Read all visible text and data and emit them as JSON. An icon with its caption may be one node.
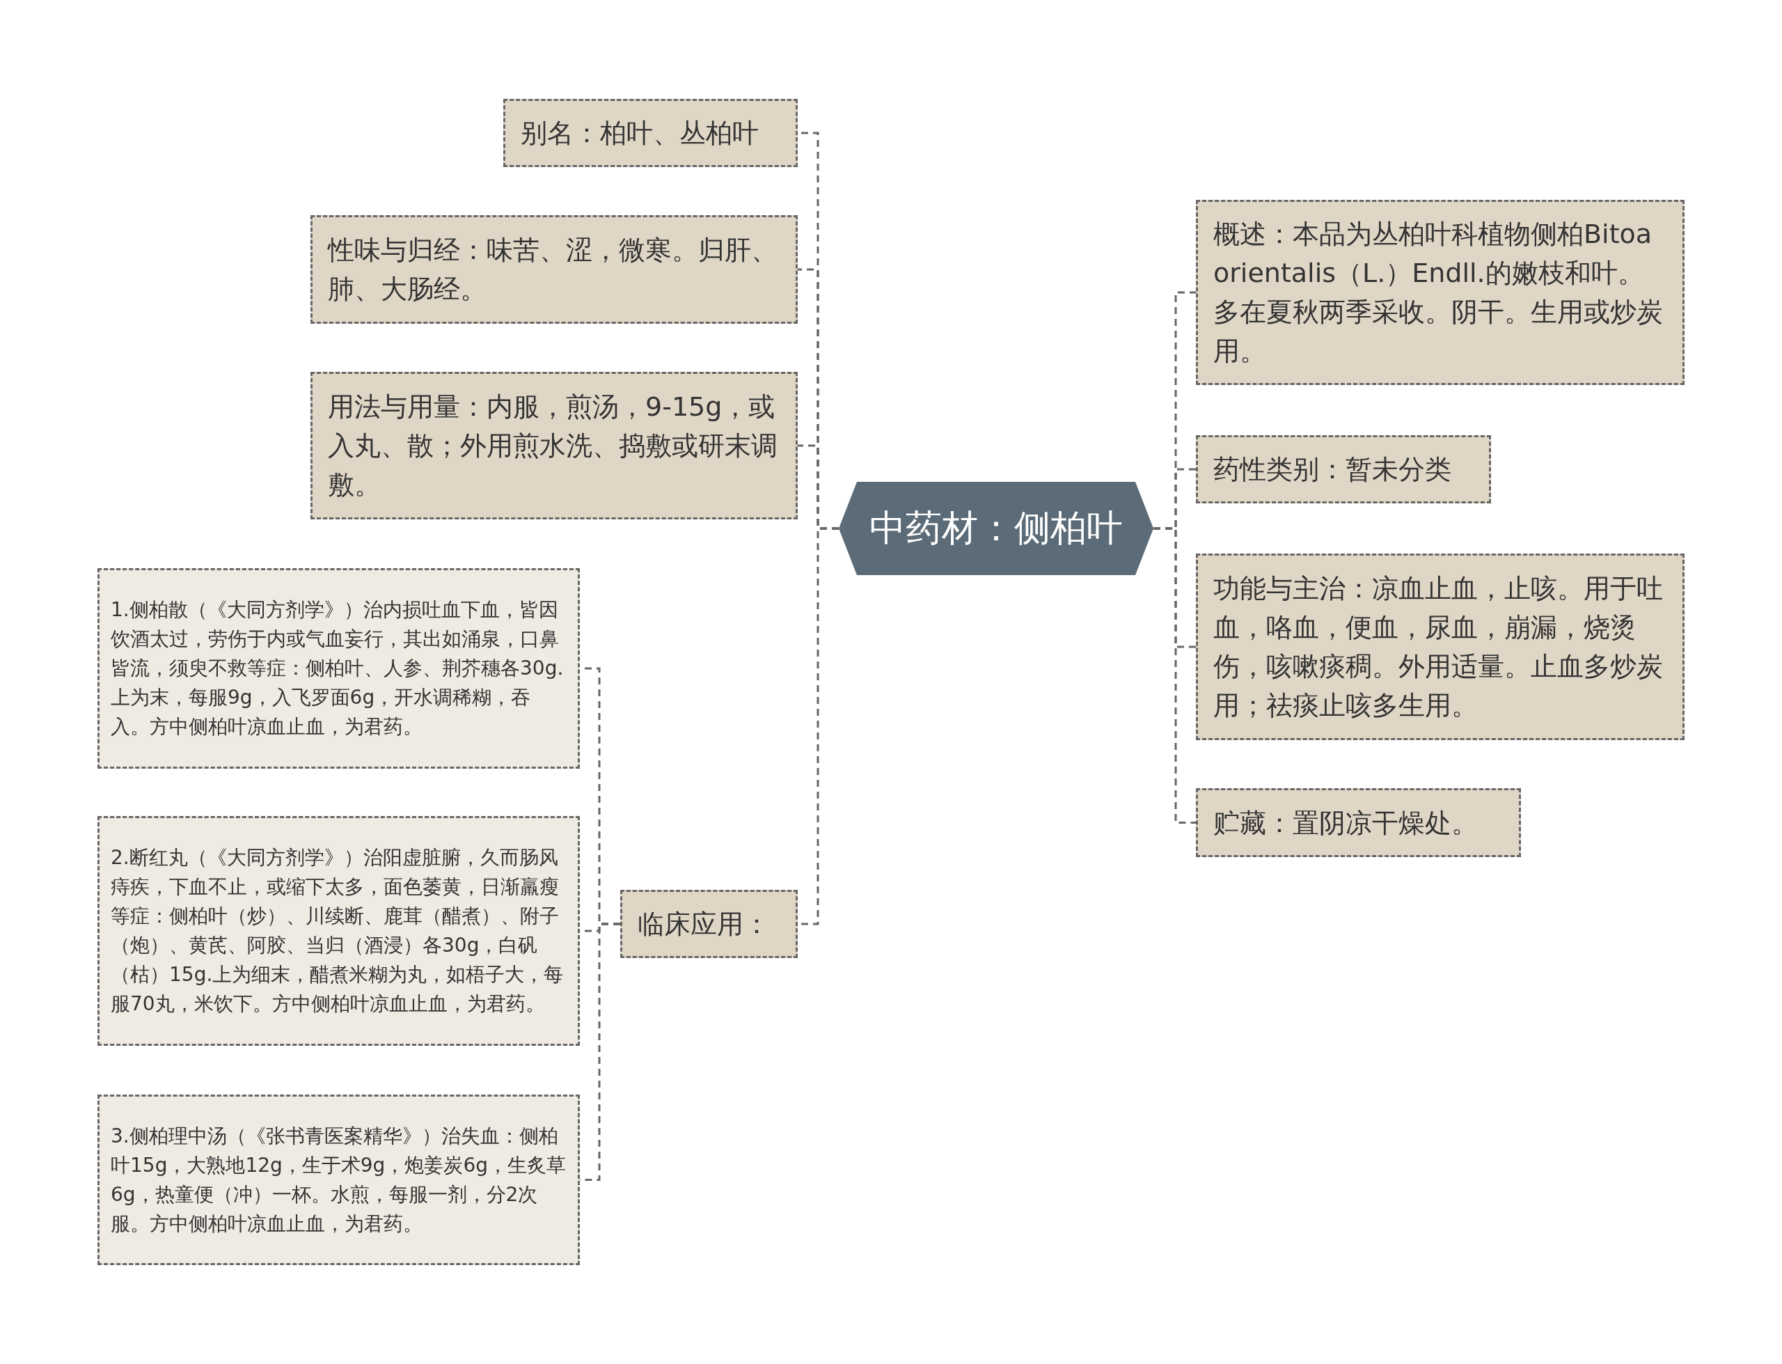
{
  "diagram": {
    "nodes": [
      {
        "text": [
          "中药材：侧柏叶"
        ]
      },
      {
        "text": [
          "别名：柏叶、丛柏叶"
        ]
      },
      {
        "text": [
          "性味与归经：味苦、涩，微寒。归肝、肺、大肠经。"
        ]
      },
      {
        "text": [
          "用法与用量：内服，煎汤，9-15g，或入丸、散；外用煎水洗、捣敷或研末调敷。"
        ]
      },
      {
        "text": [
          "临床应用："
        ]
      },
      {
        "text": [
          "1.侧柏散（《大同方剂学》）治内损吐血下血，皆因饮酒太过，劳伤于内或气血妄行，其出如涌泉，口鼻皆流，须臾不救等症：侧柏叶、人参、荆芥穗各30g.上为末，每服9g，入飞罗面6g，开水调稀糊，吞入。方中侧柏叶凉血止血，为君药。"
        ]
      },
      {
        "text": [
          "2.断红丸（《大同方剂学》）治阳虚脏腑，久而肠风痔疾，下血不止，或缩下太多，面色萎黄，日渐羸瘦等症：侧柏叶（炒）、川续断、鹿茸（醋煮）、附子（炮）、黄芪、阿胶、当归（酒浸）各30g，白矾（枯）15g.上为细末，醋煮米糊为丸，如梧子大，每服70丸，米饮下。方中侧柏叶凉血止血，为君药。"
        ]
      },
      {
        "text": [
          "3.侧柏理中汤（《张书青医案精华》）治失血：侧柏叶15g，大熟地12g，生于术9g，炮姜炭6g，生炙草6g，热童便（冲）一杯。水煎，每服一剂，分2次服。方中侧柏叶凉血止血，为君药。"
        ]
      },
      {
        "text": [
          "概述：本品为丛柏叶科植物侧柏Bitoa orientalis（L.）Endll.的嫩枝和叶。多在夏秋两季采收。阴干。生用或炒炭用。"
        ]
      },
      {
        "text": [
          "药性类别：暂未分类"
        ]
      },
      {
        "text": [
          "功能与主治：凉血止血，止咳。用于吐血，咯血，便血，尿血，崩漏，烧烫伤，咳嗽痰稠。外用适量。止血多炒炭用；祛痰止咳多生用。"
        ]
      },
      {
        "text": [
          "贮藏：置阴凉干燥处。"
        ]
      }
    ],
    "edges": [
      {
        "from": 0,
        "to": 1,
        "arrow": "none"
      },
      {
        "from": 0,
        "to": 2,
        "arrow": "none"
      },
      {
        "from": 0,
        "to": 3,
        "arrow": "none"
      },
      {
        "from": 0,
        "to": 4,
        "arrow": "none"
      },
      {
        "from": 4,
        "to": 5,
        "arrow": "none"
      },
      {
        "from": 4,
        "to": 6,
        "arrow": "none"
      },
      {
        "from": 4,
        "to": 7,
        "arrow": "none"
      },
      {
        "from": 0,
        "to": 8,
        "arrow": "none"
      },
      {
        "from": 0,
        "to": 9,
        "arrow": "none"
      },
      {
        "from": 0,
        "to": 10,
        "arrow": "none"
      },
      {
        "from": 0,
        "to": 11,
        "arrow": "none"
      }
    ]
  }
}
